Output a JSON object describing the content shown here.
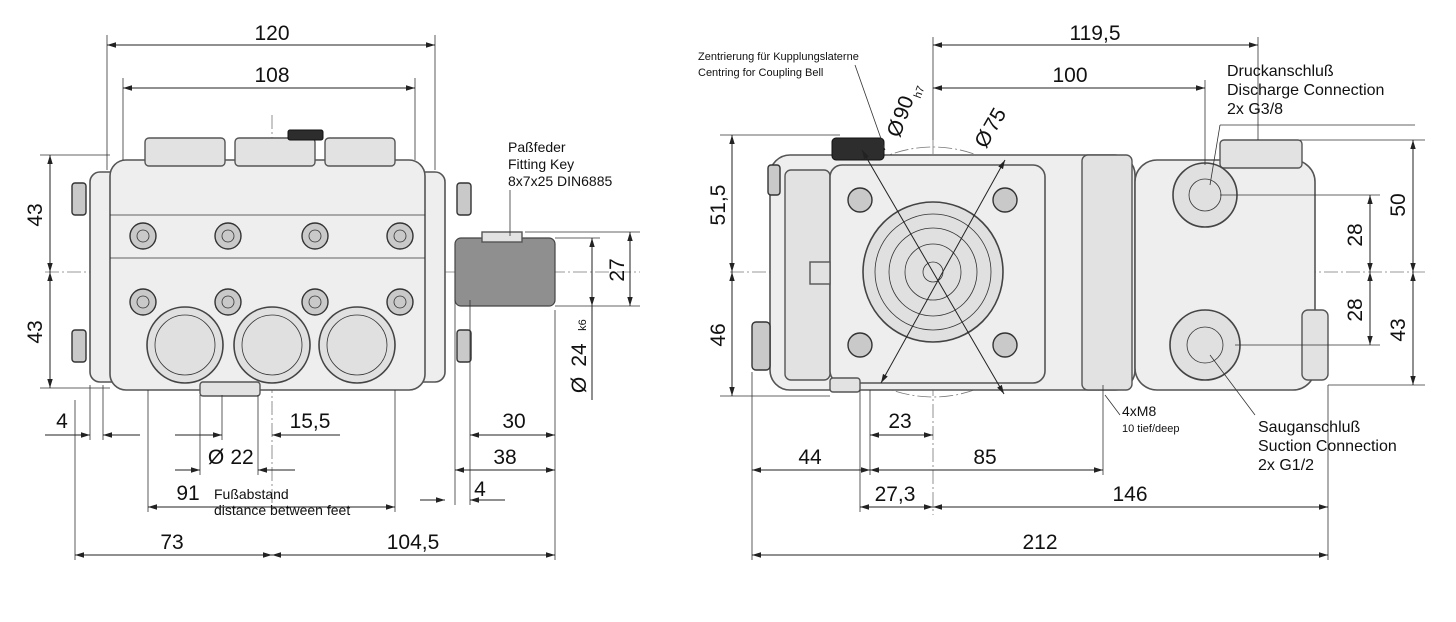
{
  "left_view": {
    "dims": {
      "width_120": "120",
      "width_108": "108",
      "height_top_43": "43",
      "height_bottom_43": "43",
      "dim_4_left": "4",
      "dim_15_5": "15,5",
      "dim_22": "22",
      "dim_91": "91",
      "dim_73": "73",
      "dim_104_5": "104,5",
      "dim_30": "30",
      "dim_38": "38",
      "dim_4_right": "4",
      "dim_27": "27",
      "dim_24": "24",
      "dim_24_tol": "k6",
      "diameter_symbol": "Ø"
    },
    "key_note": [
      "Paßfeder",
      "Fitting Key",
      "8x7x25 DIN6885"
    ],
    "feet_note": [
      "Fußabstand",
      "distance between feet"
    ]
  },
  "right_view": {
    "dims": {
      "width_119_5": "119,5",
      "width_100": "100",
      "height_51_5": "51,5",
      "height_46": "46",
      "dim_90": "90",
      "dim_90_tol": "h7",
      "dim_75": "75",
      "dim_28_top": "28",
      "dim_28_bottom": "28",
      "dim_50": "50",
      "dim_43": "43",
      "dim_23": "23",
      "dim_44": "44",
      "dim_85": "85",
      "dim_27_3": "27,3",
      "dim_146": "146",
      "dim_212": "212",
      "diameter_symbol": "Ø"
    },
    "centring_note": [
      "Zentrierung für Kupplungslaterne",
      "Centring for Coupling Bell"
    ],
    "discharge_note": [
      "Druckanschluß",
      "Discharge Connection",
      "2x G3/8"
    ],
    "suction_note": [
      "Sauganschluß",
      "Suction Connection",
      "2x G1/2"
    ],
    "thread_note": [
      "4xM8",
      "10 tief/deep"
    ]
  }
}
